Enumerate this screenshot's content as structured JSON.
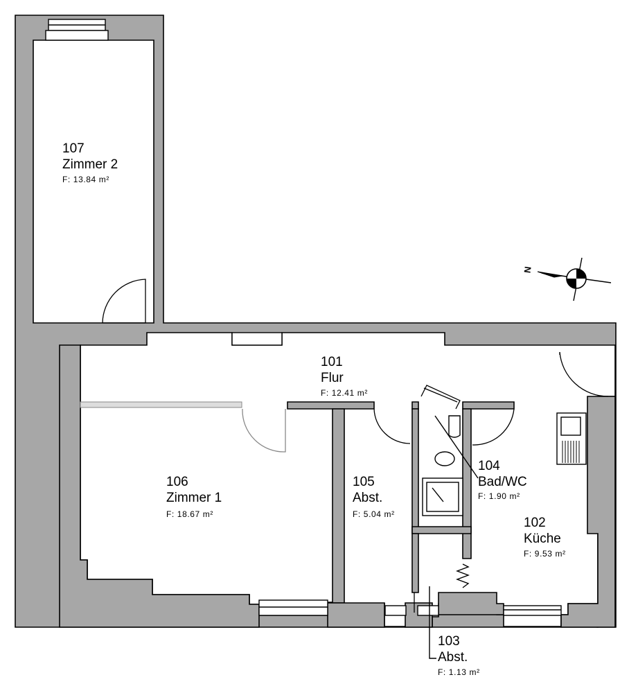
{
  "rooms": [
    {
      "id": "107",
      "name": "Zimmer 2",
      "area": "F:  13.84  m²"
    },
    {
      "id": "101",
      "name": "Flur",
      "area": "F:  12.41  m²"
    },
    {
      "id": "106",
      "name": "Zimmer 1",
      "area": "F:  18.67  m²"
    },
    {
      "id": "105",
      "name": "Abst.",
      "area": "F:  5.04  m²"
    },
    {
      "id": "104",
      "name": "Bad/WC",
      "area": "F:  1.90  m²"
    },
    {
      "id": "102",
      "name": "Küche",
      "area": "F:  9.53  m²"
    },
    {
      "id": "103",
      "name": "Abst.",
      "area": "F:  1.13  m²"
    }
  ],
  "compass": {
    "label": "N",
    "icon": "north-arrow-icon"
  },
  "colors": {
    "wall": "#a7a7a7",
    "line": "#000000",
    "background": "#ffffff"
  }
}
